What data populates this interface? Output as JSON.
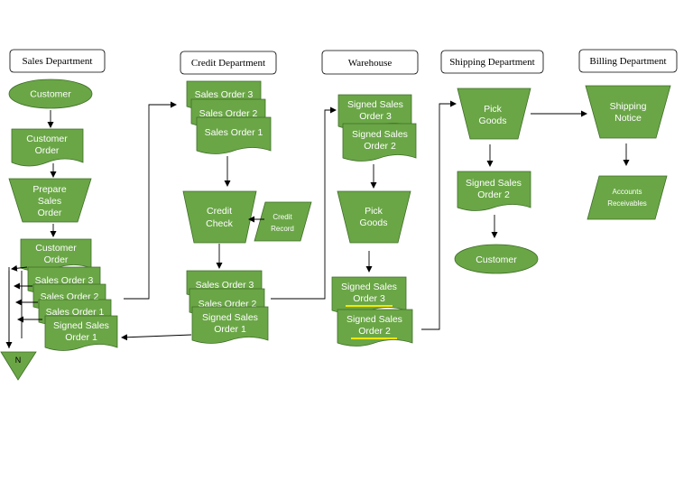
{
  "departments": {
    "sales": "Sales Department",
    "credit": "Credit Department",
    "warehouse": "Warehouse",
    "shipping": "Shipping Department",
    "billing": "Billing Department"
  },
  "sales": {
    "customer": "Customer",
    "customer_order": [
      "Customer",
      "Order"
    ],
    "prepare": [
      "Prepare",
      "Sales",
      "Order"
    ],
    "stack": {
      "customer_order": [
        "Customer",
        "Order"
      ],
      "so3": "Sales Order 3",
      "so2": "Sales Order 2",
      "so1": "Sales Order 1",
      "signed": [
        "Signed Sales",
        "Order 1"
      ]
    },
    "file": "N"
  },
  "credit": {
    "incoming": {
      "so3": "Sales Order 3",
      "so2": "Sales Order 2",
      "so1": "Sales Order 1"
    },
    "check": [
      "Credit",
      "Check"
    ],
    "record": [
      "Credit",
      "Record"
    ],
    "outgoing": {
      "so3": "Sales Order 3",
      "so2": "Sales Order 2",
      "signed": [
        "Signed Sales",
        "Order 1"
      ]
    }
  },
  "warehouse": {
    "incoming": {
      "s3": [
        "Signed Sales",
        "Order 3"
      ],
      "s2": [
        "Signed Sales",
        "Order 2"
      ]
    },
    "pick": [
      "Pick",
      "Goods"
    ],
    "outgoing": {
      "s3": [
        "Signed Sales",
        "Order 3"
      ],
      "s2": [
        "Signed Sales",
        "Order 2"
      ]
    },
    "highlight_color": "#f5e800"
  },
  "shipping": {
    "pick": [
      "Pick",
      "Goods"
    ],
    "signed": [
      "Signed Sales",
      "Order 2"
    ],
    "customer": "Customer"
  },
  "billing": {
    "notice": [
      "Shipping",
      "Notice"
    ],
    "ar": [
      "Accounts",
      "Receivables"
    ]
  },
  "colors": {
    "shape_fill": "#6aa646",
    "shape_stroke": "#3f6e28",
    "line": "#000000"
  }
}
